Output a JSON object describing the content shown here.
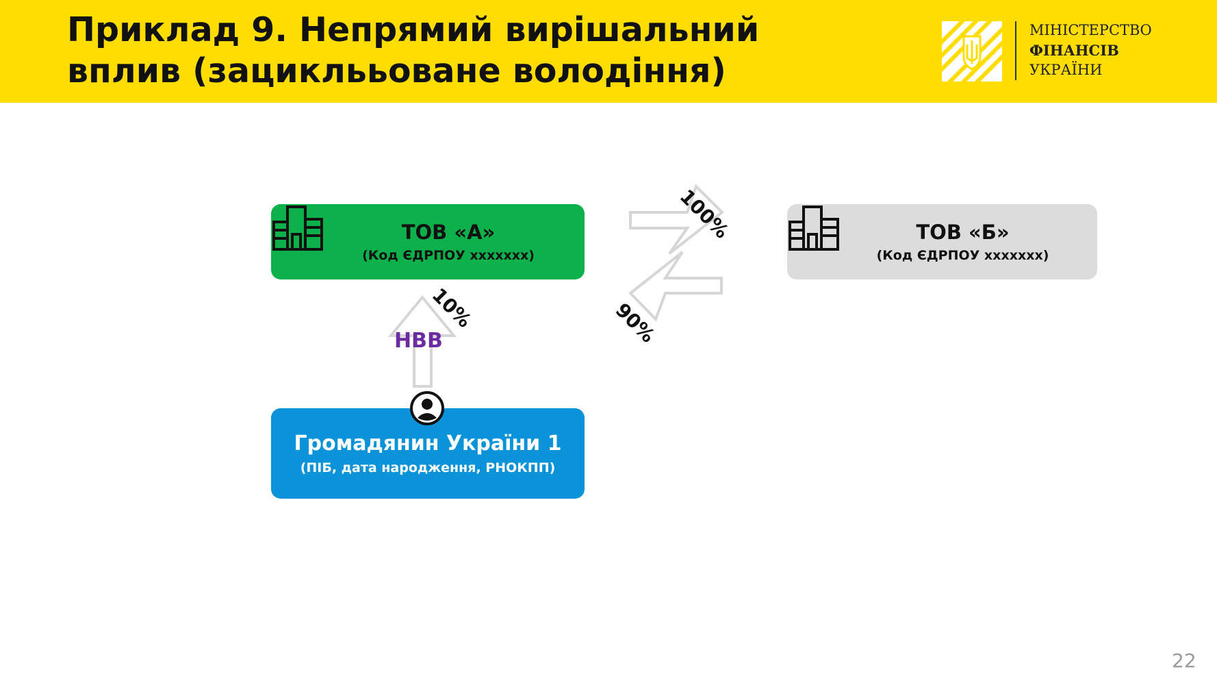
{
  "header": {
    "title_line1": "Приклад 9. Непрямий вирішальний",
    "title_line2": "вплив (зациклььоване володіння)",
    "ministry_line1": "МІНІСТЕРСТВО",
    "ministry_line2": "ФІНАНСІВ",
    "ministry_line3": "УКРАЇНИ",
    "background_color": "#ffdd00"
  },
  "diagram": {
    "company_a": {
      "name": "ТОВ «А»",
      "code": "(Код ЄДРПОУ ххххххх)",
      "color": "#0db14b",
      "icon": "building-icon"
    },
    "company_b": {
      "name": "ТОВ «Б»",
      "code": "(Код ЄДРПОУ ххххххх)",
      "color": "#dcdcdc",
      "icon": "building-icon"
    },
    "citizen": {
      "name": "Громадянин України 1",
      "details": "(ПІБ, дата народження, РНОКПП)",
      "color": "#0a93d9",
      "icon": "person-icon"
    },
    "edges": {
      "citizen_to_a": {
        "share": "10%",
        "label": "НВВ",
        "label_color": "#6a2ca0"
      },
      "a_to_b": {
        "share": "100%"
      },
      "b_to_a": {
        "share": "90%"
      }
    }
  },
  "footer": {
    "page_number": "22"
  }
}
